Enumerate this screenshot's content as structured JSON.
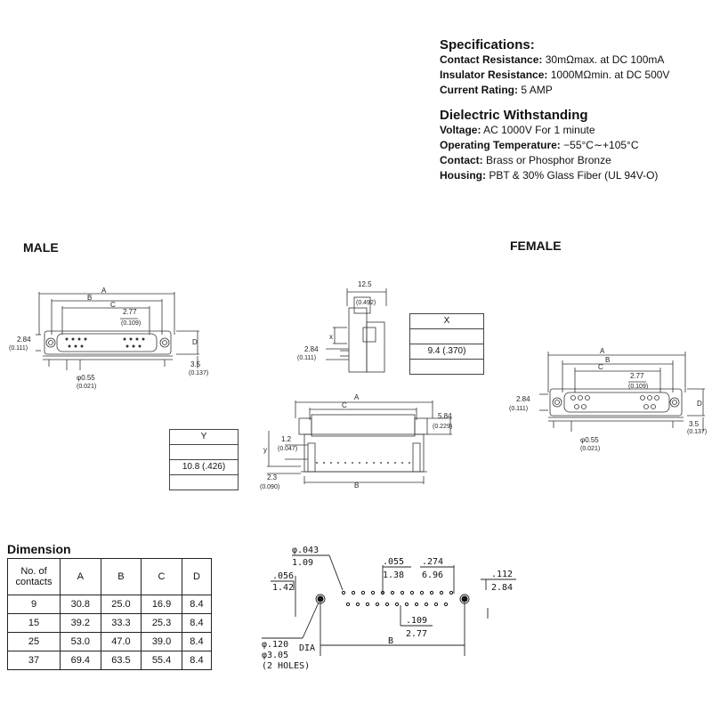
{
  "specs": {
    "title": "Specifications:",
    "lines": [
      {
        "label": "Contact Resistance:",
        "value": "30mΩmax. at DC 100mA"
      },
      {
        "label": "Insulator Resistance:",
        "value": "1000MΩmin. at DC 500V"
      },
      {
        "label": "Current Rating:",
        "value": "5 AMP"
      }
    ]
  },
  "dielectric": {
    "title": "Dielectric Withstanding",
    "lines": [
      {
        "label": "Voltage:",
        "value": "AC 1000V For 1 minute"
      },
      {
        "label": "Operating Temperature:",
        "value": "−55°C∼+105°C"
      },
      {
        "label": "Contact:",
        "value": "Brass or Phosphor Bronze"
      },
      {
        "label": "Housing:",
        "value": "PBT & 30% Glass Fiber (UL 94V-O)"
      }
    ]
  },
  "labels": {
    "male": "MALE",
    "female": "FEMALE"
  },
  "male_dims": {
    "a": "A",
    "b": "B",
    "c": "C",
    "d": "D",
    "pitch": "2.77",
    "pitch_in": "(0.109)",
    "h1": "2.84",
    "h1_in": "(0.111)",
    "h2": "3.5",
    "h2_in": "(0.137)",
    "pin": "φ0.55",
    "pin_in": "(0.021)"
  },
  "female_dims": {
    "a": "A",
    "b": "B",
    "c": "C",
    "d": "D",
    "pitch": "2.77",
    "pitch_in": "(0.109)",
    "h1": "2.84",
    "h1_in": "(0.111)",
    "h2": "3.5",
    "h2_in": "(0.137)",
    "pin": "φ0.55",
    "pin_in": "(0.021)"
  },
  "side_dims": {
    "w": "12.5",
    "w_in": "(0.492)",
    "x": "x",
    "h1": "2.84",
    "h1_in": "(0.111)"
  },
  "x_box": {
    "header": "X",
    "value": "9.4 (.370)"
  },
  "y_box": {
    "header": "Y",
    "value": "10.8 (.426)"
  },
  "front_dims": {
    "a": "A",
    "c": "C",
    "b": "B",
    "y": "y",
    "h": "5.84",
    "h_in": "(0.229)",
    "t": "1.2",
    "t_in": "(0.047)",
    "p": "2.3",
    "p_in": "(0.090)"
  },
  "dimension": {
    "title": "Dimension",
    "headers": [
      "No. of contacts",
      "A",
      "B",
      "C",
      "D"
    ],
    "rows": [
      [
        "9",
        "30.8",
        "25.0",
        "16.9",
        "8.4"
      ],
      [
        "15",
        "39.2",
        "33.3",
        "25.3",
        "8.4"
      ],
      [
        "25",
        "53.0",
        "47.0",
        "39.0",
        "8.4"
      ],
      [
        "37",
        "69.4",
        "63.5",
        "55.4",
        "8.4"
      ]
    ]
  },
  "pcb": {
    "d1_in": "φ.043",
    "d1_mm": "1.09",
    "d2_in": ".056",
    "d2_mm": "1.42",
    "d3_in": ".055",
    "d3_mm": "1.38",
    "d4_in": ".274",
    "d4_mm": "6.96",
    "d5_in": ".112",
    "d5_mm": "2.84",
    "d6_in": ".109",
    "d6_mm": "2.77",
    "hole_in": "φ.120",
    "hole_mm": "φ3.05",
    "dia": "DIA",
    "holes_note": "(2 HOLES)",
    "b": "B"
  }
}
